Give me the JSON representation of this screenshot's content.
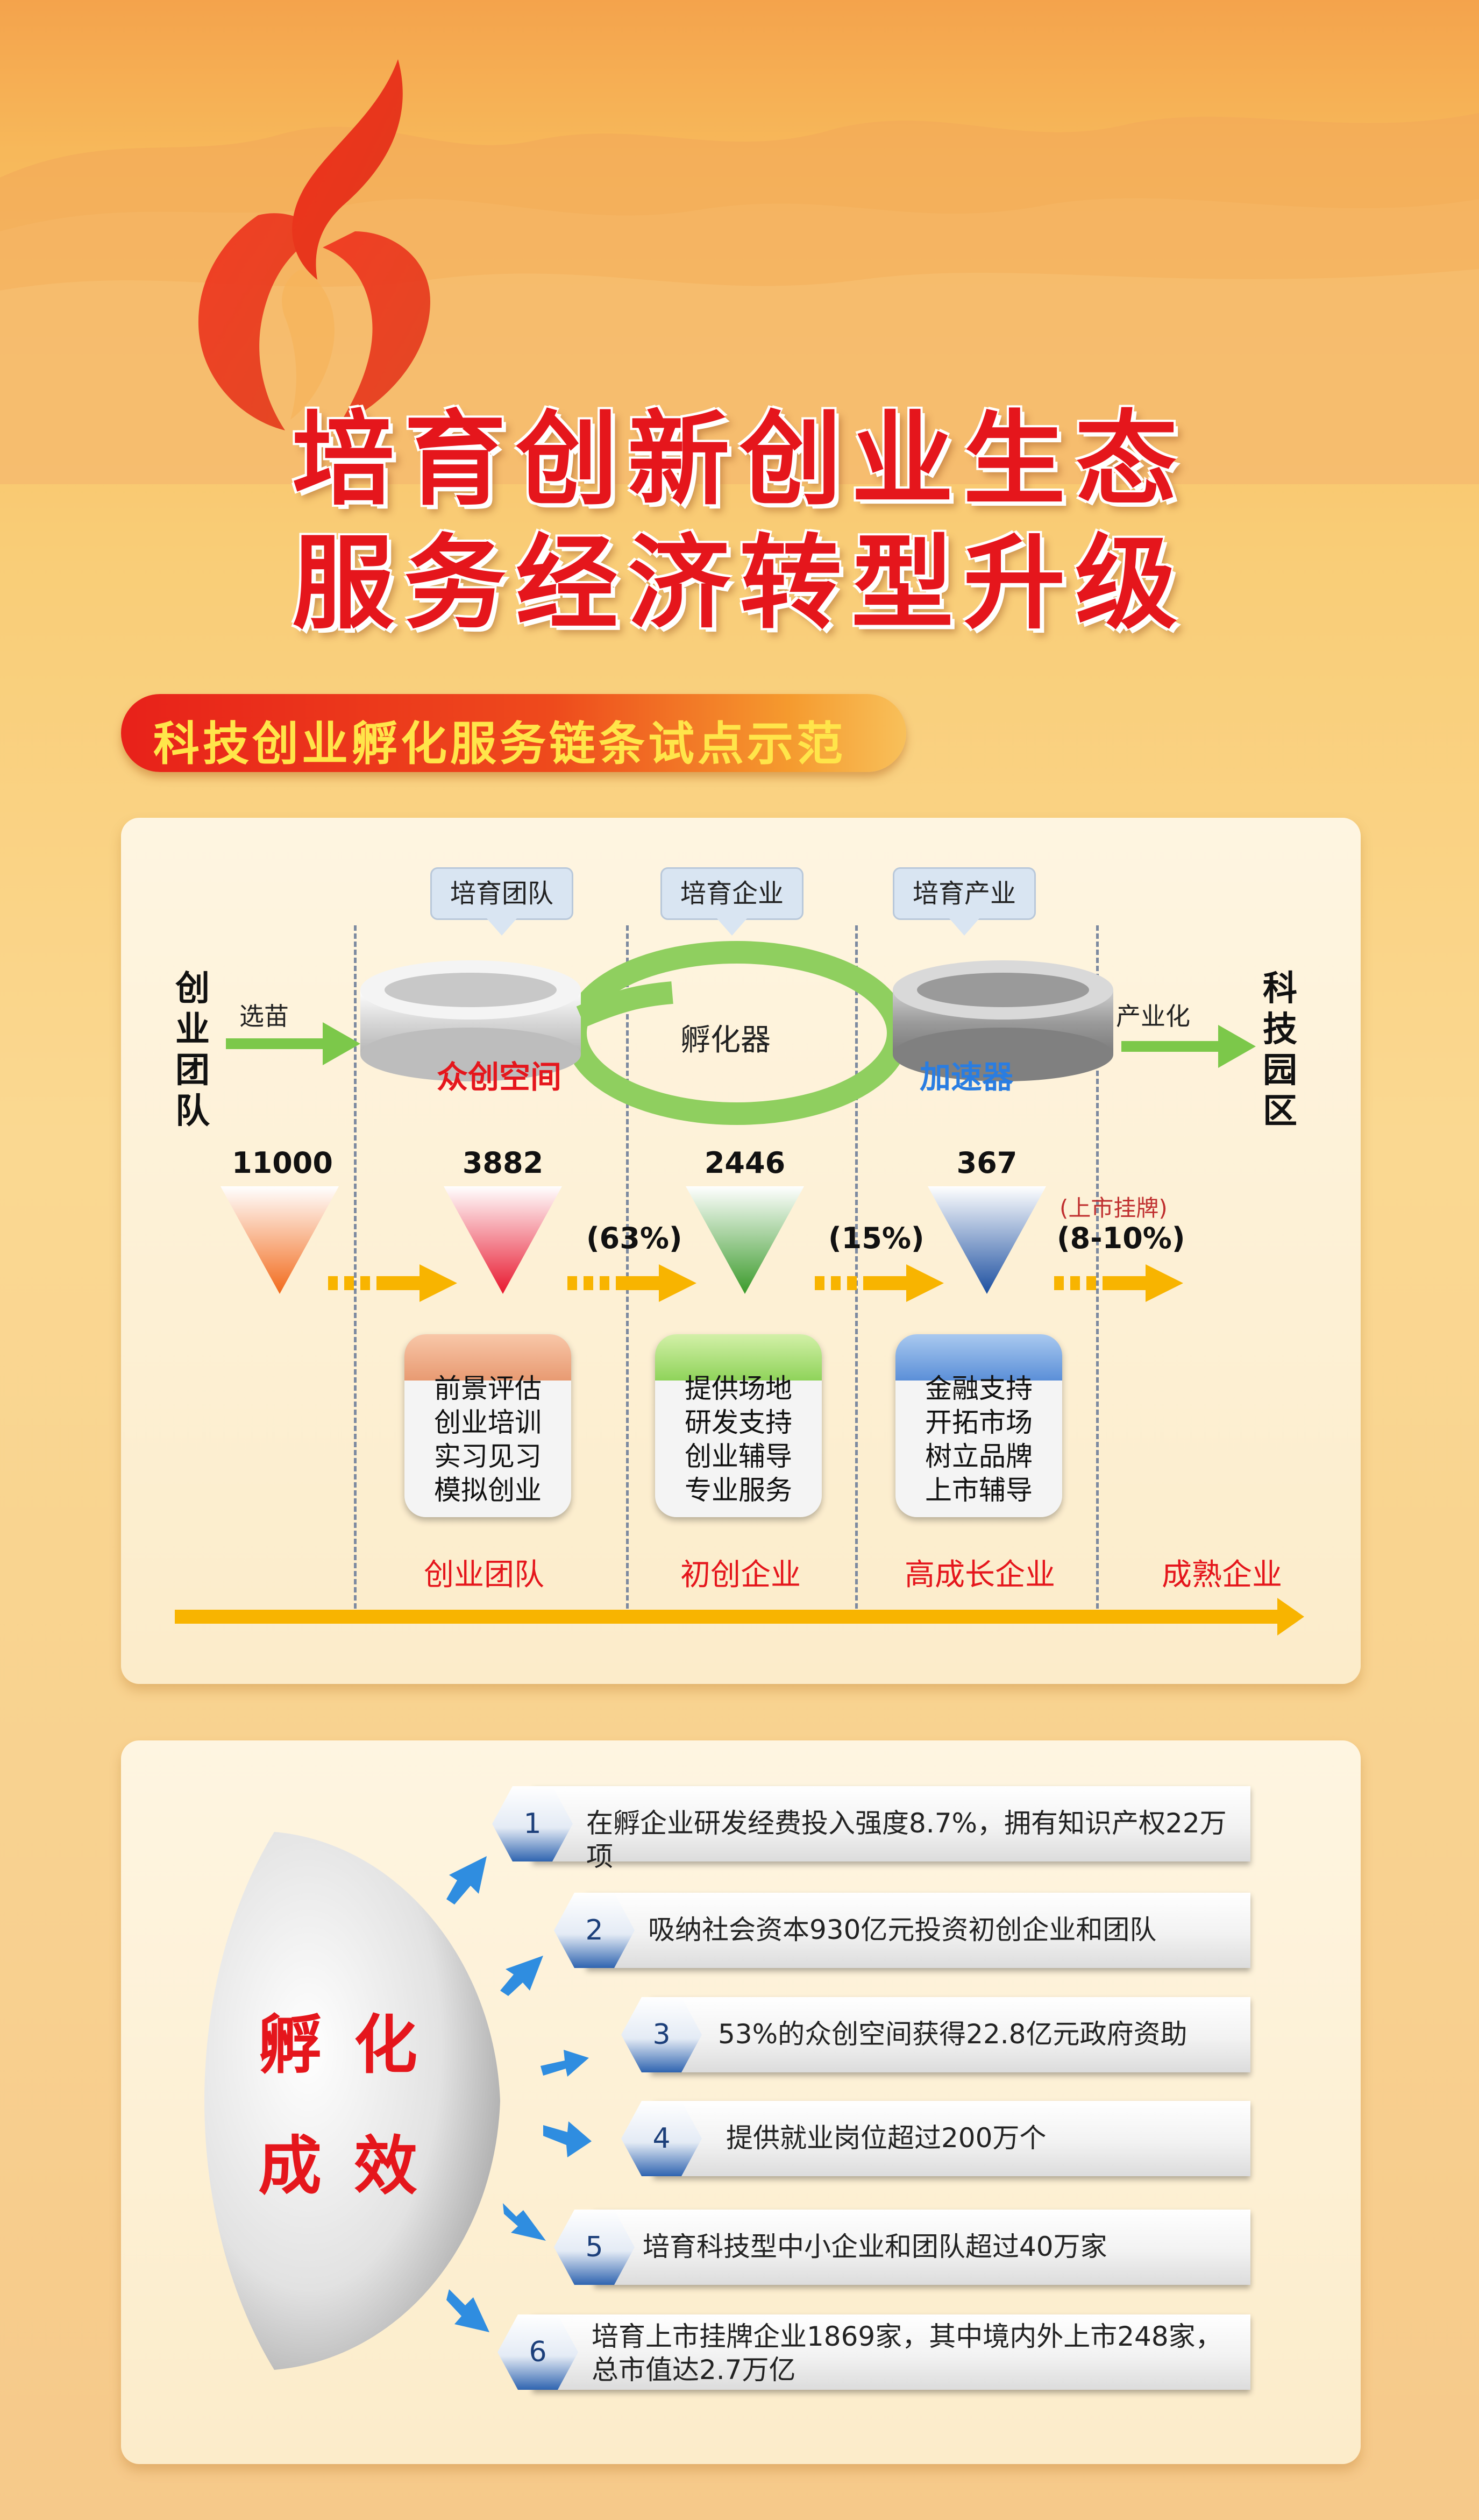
{
  "header": {
    "title_line1": "培育创新创业生态",
    "title_line2": "服务经济转型升级",
    "ribbon": "科技创业孵化服务链条试点示范"
  },
  "chain": {
    "tags": [
      "培育团队",
      "培育企业",
      "培育产业"
    ],
    "left_entity": "创业团队",
    "left_entity_chars": [
      "创",
      "业",
      "团",
      "队"
    ],
    "right_entity_chars": [
      "科",
      "技",
      "园",
      "区"
    ],
    "select_label": "选苗",
    "industrialize_label": "产业化",
    "rings": {
      "space": "众创空间",
      "incubator": "孵化器",
      "accelerator": "加速器"
    },
    "counts": [
      "11000",
      "3882",
      "2446",
      "367"
    ],
    "rates": [
      "(63%)",
      "(15%)",
      "(8-10%)"
    ],
    "listing_note": "(上市挂牌)",
    "services": [
      [
        "前景评估",
        "创业培训",
        "实习见习",
        "模拟创业"
      ],
      [
        "提供场地",
        "研发支持",
        "创业辅导",
        "专业服务"
      ],
      [
        "金融支持",
        "开拓市场",
        "树立品牌",
        "上市辅导"
      ]
    ],
    "stages": [
      "创业团队",
      "初创企业",
      "高成长企业",
      "成熟企业"
    ]
  },
  "results": {
    "label_line1": "孵化",
    "label_line2": "成效",
    "items": [
      {
        "n": "1",
        "text": "在孵企业研发经费投入强度8.7%，拥有知识产权22万项"
      },
      {
        "n": "2",
        "text": "吸纳社会资本930亿元投资初创企业和团队"
      },
      {
        "n": "3",
        "text": "53%的众创空间获得22.8亿元政府资助"
      },
      {
        "n": "4",
        "text": "提供就业岗位超过200万个"
      },
      {
        "n": "5",
        "text": "培育科技型中小企业和团队超过40万家"
      },
      {
        "n": "6",
        "text": "培育上市挂牌企业1869家，其中境内外上市248家，",
        "text2": "总市值达2.7万亿"
      }
    ]
  },
  "colors": {
    "title_red": "#e5161c",
    "ribbon_text": "#ffe54a",
    "funnel_orange": "#f26a1b",
    "funnel_red": "#e8172e",
    "funnel_green": "#3a9a2a",
    "funnel_blue": "#1c4fa0",
    "accent_yellow": "#f8b400"
  }
}
